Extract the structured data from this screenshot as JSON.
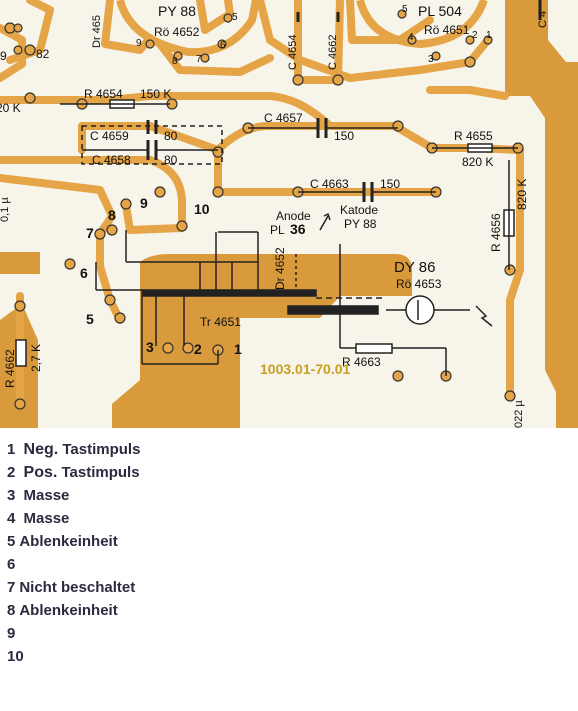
{
  "board": {
    "colors": {
      "board": "#f7f4ea",
      "copper": "#d99a3b",
      "track": "#e5a445",
      "wire": "#222222"
    },
    "tubes": [
      {
        "id": "py88",
        "type": "PY 88",
        "ref": "Rö 4652"
      },
      {
        "id": "pl504",
        "type": "PL 504",
        "ref": "Rö 4651"
      },
      {
        "id": "dy86",
        "type": "DY 86",
        "ref": "Rö 4653"
      }
    ],
    "parts": {
      "c4654": "C 4654",
      "c4662": "C 4662",
      "c_right": "C 4",
      "r4654": "R 4654",
      "r4654_val": "150 K",
      "r_left": "20 K",
      "c4657": "C 4657",
      "c4657_val": "150",
      "c4659": "C 4659",
      "c4659_val": "80",
      "c4658": "C 4658",
      "c4658_val": "80",
      "r4655": "R 4655",
      "r4655_val": "820 K",
      "c4663": "C 4663",
      "c4663_val": "150",
      "r4656": "R 4656",
      "r4656_val": "820 K",
      "c_left_val": "0,1 µ",
      "r4662": "R 4662",
      "r4662_val": "2,7 K",
      "c_bottom_val": "022 µ",
      "transformer": "Tr 4651",
      "choke": "Dr 4652",
      "choke_top": "Dr 465",
      "r4663": "R 4663",
      "anode": "Anode",
      "anode_tube": "PL",
      "anode_tube_num": "36",
      "katode": "Katode",
      "katode_tube": "PY 88",
      "code": "1003.01-70.01"
    },
    "pin_labels": [
      "1",
      "2",
      "3",
      "5",
      "6",
      "7",
      "8",
      "9",
      "10"
    ],
    "tube_pins": {
      "py88_left": [
        "9",
        "8"
      ],
      "py88_bottom": [
        "9",
        "8",
        "7",
        "6"
      ],
      "py88_right": [
        "5"
      ],
      "pl504": [
        "5",
        "4",
        "3",
        "2",
        "1"
      ]
    },
    "edge_labels": {
      "left_9": "9",
      "left_82": "82"
    }
  },
  "legend": [
    {
      "num": "1",
      "text": "Neg.",
      "text2": "Tastimpuls"
    },
    {
      "num": "2",
      "text": "Pos.",
      "text2": "Tastimpuls"
    },
    {
      "num": "3",
      "text": "Masse",
      "text2": ""
    },
    {
      "num": "4",
      "text": "Masse",
      "text2": ""
    },
    {
      "num": "5",
      "text": "Ablenkeinheit",
      "text2": ""
    },
    {
      "num": "6",
      "text": "",
      "text2": ""
    },
    {
      "num": "7",
      "text": "Nicht beschaltet",
      "text2": ""
    },
    {
      "num": "8",
      "text": "Ablenkeinheit",
      "text2": ""
    },
    {
      "num": "9",
      "text": "",
      "text2": ""
    },
    {
      "num": "10",
      "text": "",
      "text2": ""
    }
  ]
}
